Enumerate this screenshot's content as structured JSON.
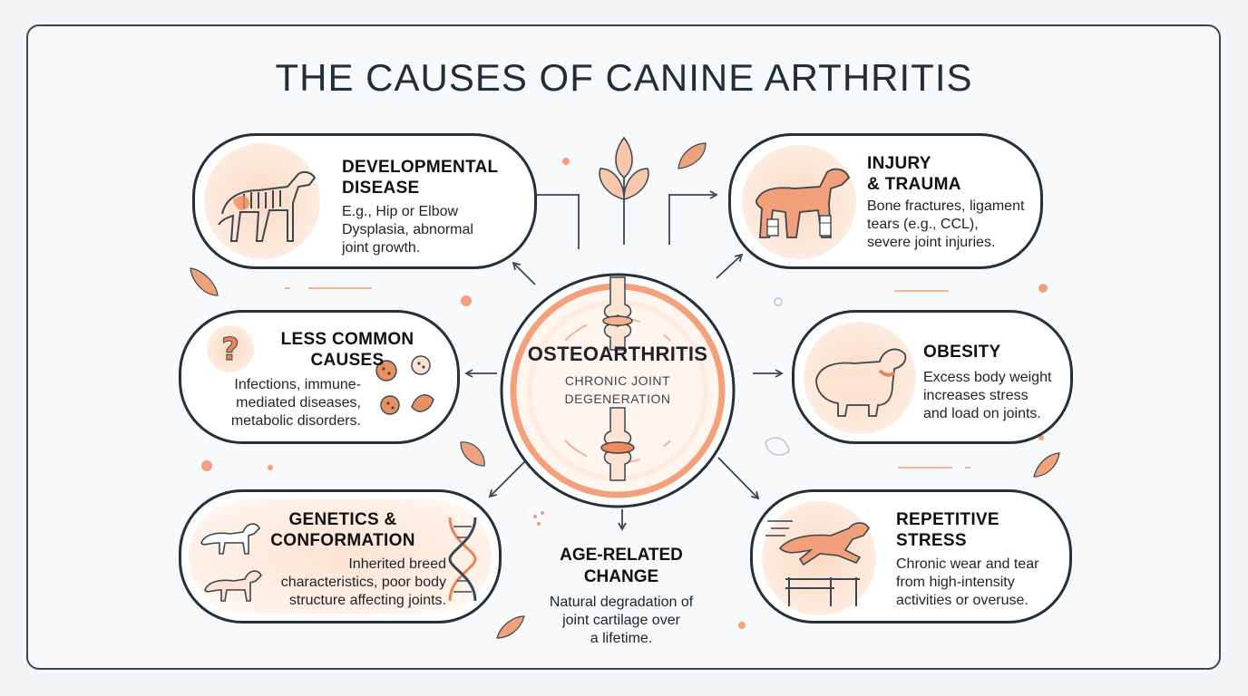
{
  "title": "THE CAUSES OF CANINE ARTHRITIS",
  "center": {
    "title": "OSTEOARTHRITIS",
    "subtitle_line1": "CHRONIC JOINT",
    "subtitle_line2": "DEGENERATION"
  },
  "causes": {
    "developmental": {
      "title_line1": "DEVELOPMENTAL",
      "title_line2": "DISEASE",
      "desc_line1": "E.g., Hip or Elbow",
      "desc_line2": "Dysplasia, abnormal",
      "desc_line3": "joint growth.",
      "icon": "dog-skeleton-icon"
    },
    "injury": {
      "title_line1": "INJURY",
      "title_line2": "& TRAUMA",
      "desc_line1": "Bone fractures, ligament",
      "desc_line2": "tears (e.g., CCL),",
      "desc_line3": "severe joint injuries.",
      "icon": "bandaged-dog-icon"
    },
    "less_common": {
      "title_line1": "LESS COMMON",
      "title_line2": "CAUSES",
      "desc_line1": "Infections, immune-",
      "desc_line2": "mediated diseases,",
      "desc_line3": "metabolic disorders.",
      "icon": "question-and-microbes-icon"
    },
    "obesity": {
      "title_line1": "OBESITY",
      "desc_line1": "Excess body weight",
      "desc_line2": "increases stress",
      "desc_line3": "and load on joints.",
      "icon": "overweight-dog-icon"
    },
    "genetics": {
      "title_line1": "GENETICS &",
      "title_line2": "CONFORMATION",
      "desc_line1": "Inherited breed",
      "desc_line2": "characteristics, poor body",
      "desc_line3": "structure affecting joints.",
      "icon": "dogs-and-dna-icon"
    },
    "age": {
      "title_line1": "AGE-RELATED",
      "title_line2": "CHANGE",
      "desc_line1": "Natural degradation of",
      "desc_line2": "joint cartilage over",
      "desc_line3": "a lifetime."
    },
    "repetitive": {
      "title_line1": "REPETITIVE",
      "title_line2": "STRESS",
      "desc_line1": "Chronic wear and tear",
      "desc_line2": "from high-intensity",
      "desc_line3": "activities or overuse.",
      "icon": "jumping-dog-icon"
    }
  },
  "colors": {
    "accent": "#f2a07a",
    "accent_light": "#fde3d3",
    "outline": "#253038",
    "leaf": "#e8946a"
  }
}
